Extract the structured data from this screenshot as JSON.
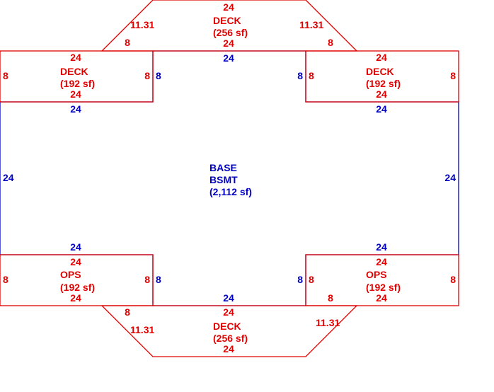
{
  "colors": {
    "base": "#0000c0",
    "addition": "#e00000"
  },
  "base": {
    "name_line1": "BASE",
    "name_line2": "BSMT",
    "area": "(2,112 sf)",
    "dims": {
      "top": "24",
      "left": "24",
      "right": "24",
      "bottom": "24",
      "upper_left_ledge": "24",
      "upper_right_ledge": "24",
      "lower_left_ledge": "24",
      "lower_right_ledge": "24",
      "notch_tl": "8",
      "notch_tr": "8",
      "notch_bl": "8",
      "notch_br": "8"
    }
  },
  "sections": {
    "deck_top": {
      "name": "DECK",
      "area": "(256 sf)",
      "top": "24",
      "bottom": "24",
      "diag_left": "11.31",
      "diag_right": "11.31",
      "leg_left": "8",
      "leg_right": "8"
    },
    "deck_left": {
      "name": "DECK",
      "area": "(192 sf)",
      "top": "24",
      "bottom": "24",
      "left": "8",
      "right": "8"
    },
    "deck_right": {
      "name": "DECK",
      "area": "(192 sf)",
      "top": "24",
      "bottom": "24",
      "left": "8",
      "right": "8"
    },
    "ops_left": {
      "name": "OPS",
      "area": "(192 sf)",
      "top": "24",
      "bottom": "24",
      "left": "8",
      "right": "8"
    },
    "ops_right": {
      "name": "OPS",
      "area": "(192 sf)",
      "top": "24",
      "bottom": "24",
      "left": "8",
      "right": "8"
    },
    "deck_bottom": {
      "name": "DECK",
      "area": "(256 sf)",
      "top": "24",
      "bottom": "24",
      "diag_left": "11.31",
      "diag_right": "11.31",
      "leg_left": "8",
      "leg_right": "8"
    }
  }
}
